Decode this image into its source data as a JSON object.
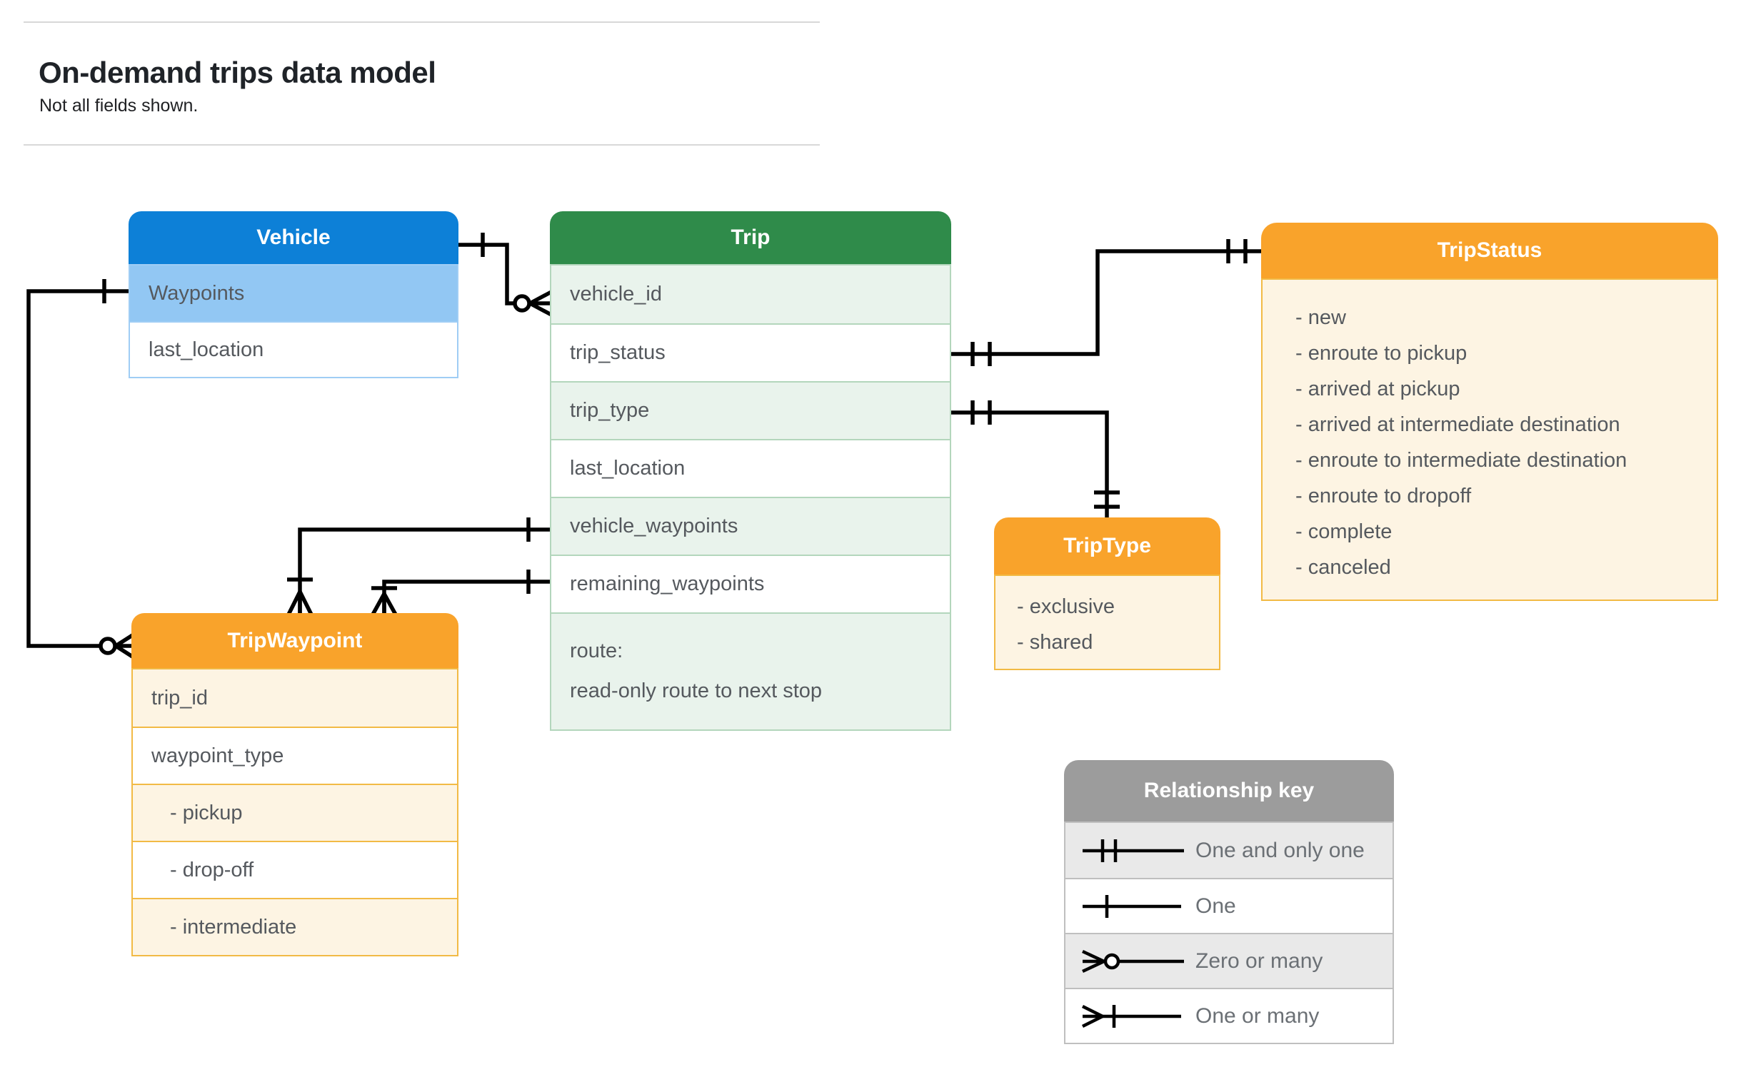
{
  "page": {
    "title": "On-demand trips data model",
    "subtitle": "Not all fields shown."
  },
  "entities": {
    "vehicle": {
      "title": "Vehicle",
      "rows": [
        "Waypoints",
        "last_location"
      ]
    },
    "trip": {
      "title": "Trip",
      "rows": [
        "vehicle_id",
        "trip_status",
        "trip_type",
        "last_location",
        "vehicle_waypoints",
        "remaining_waypoints"
      ],
      "route_line1": "route:",
      "route_line2": "read-only route to next stop"
    },
    "trip_status": {
      "title": "TripStatus",
      "items": [
        "- new",
        "- enroute to pickup",
        "- arrived at pickup",
        "- arrived at intermediate destination",
        "- enroute to intermediate destination",
        "- enroute to dropoff",
        "- complete",
        "- canceled"
      ]
    },
    "trip_type": {
      "title": "TripType",
      "items": [
        "- exclusive",
        "- shared"
      ]
    },
    "trip_waypoint": {
      "title": "TripWaypoint",
      "rows": [
        "trip_id",
        "waypoint_type"
      ],
      "enum_rows": [
        "- pickup",
        "- drop-off",
        "- intermediate"
      ]
    }
  },
  "legend": {
    "title": "Relationship key",
    "rows": [
      {
        "symbol": "one-and-only-one",
        "label": "One and only one"
      },
      {
        "symbol": "one",
        "label": "One"
      },
      {
        "symbol": "zero-or-many",
        "label": "Zero or many"
      },
      {
        "symbol": "one-or-many",
        "label": "One or many"
      }
    ]
  },
  "connectors": [
    {
      "from": "Vehicle",
      "to": "Trip.vehicle_id",
      "from_end": "one",
      "to_end": "zero-or-many"
    },
    {
      "from": "Vehicle.Waypoints",
      "to": "TripWaypoint",
      "from_end": "one",
      "to_end": "zero-or-many"
    },
    {
      "from": "Trip.vehicle_waypoints",
      "to": "TripWaypoint",
      "from_end": "one",
      "to_end": "one-or-many"
    },
    {
      "from": "Trip.remaining_waypoints",
      "to": "TripWaypoint",
      "from_end": "one",
      "to_end": "one-or-many"
    },
    {
      "from": "Trip.trip_status",
      "to": "TripStatus",
      "from_end": "one-and-only-one",
      "to_end": "one-and-only-one"
    },
    {
      "from": "Trip.trip_type",
      "to": "TripType",
      "from_end": "one-and-only-one",
      "to_end": "one-and-only-one"
    }
  ],
  "palette": {
    "vehicle_header": "#0d80d7",
    "vehicle_row_tint": "#92c7f3",
    "trip_header": "#2f8b4a",
    "trip_row_tint": "#e9f3ec",
    "orange_header": "#f9a32b",
    "orange_row_tint": "#fdf4e3",
    "legend_header": "#9c9c9c",
    "legend_row_tint": "#e9e9e9",
    "connector": "#000000",
    "text": "#55595e"
  }
}
